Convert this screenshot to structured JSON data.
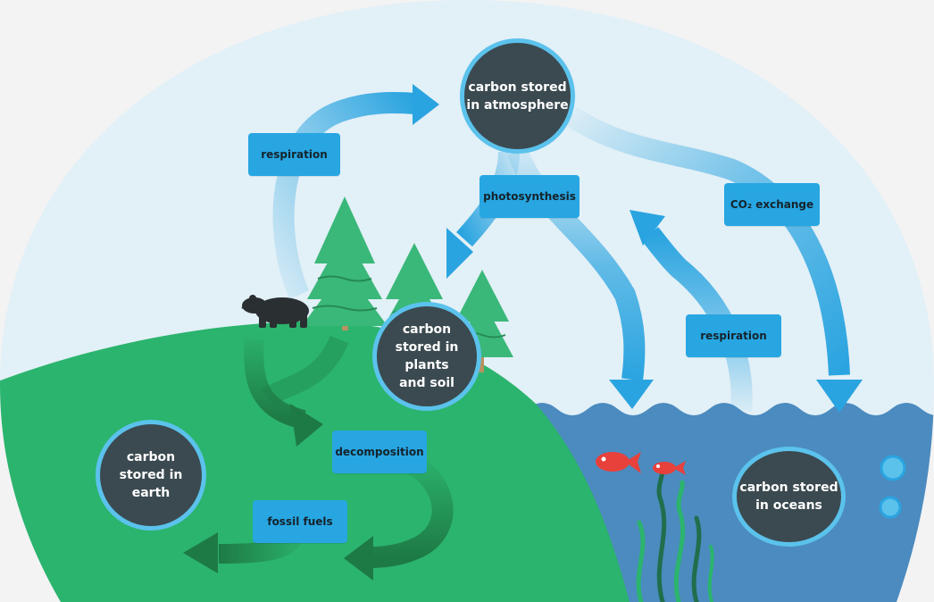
{
  "title": "",
  "stores": {
    "atmosphere": "carbon stored\nin atmosphere",
    "plants": "carbon\nstored in\nplants\nand soil",
    "earth": "carbon\nstored in\nearth",
    "oceans": "carbon stored\nin oceans"
  },
  "processes": {
    "respiration_land": "respiration",
    "photosynthesis": "photosynthesis",
    "co2_exchange": "CO₂ exchange",
    "respiration_ocean": "respiration",
    "decomposition": "decomposition",
    "fossil_fuels": "fossil fuels"
  },
  "colors": {
    "sky": "#e2f0f7",
    "land": "#2bb46d",
    "ocean": "#4b8bbf",
    "store_fill": "#3b4a50",
    "store_ring": "#5bc2ec",
    "process_box": "#27a6e2",
    "air_arrow": "#2aa4e0",
    "ground_arrow": "#1e7a44",
    "tree": "#3ab879",
    "fish": "#e8403b",
    "bear": "#2a2f32"
  },
  "icons": [
    "bear-icon",
    "tree-icon",
    "fish-icon",
    "seaweed-icon",
    "bubble-icon"
  ]
}
